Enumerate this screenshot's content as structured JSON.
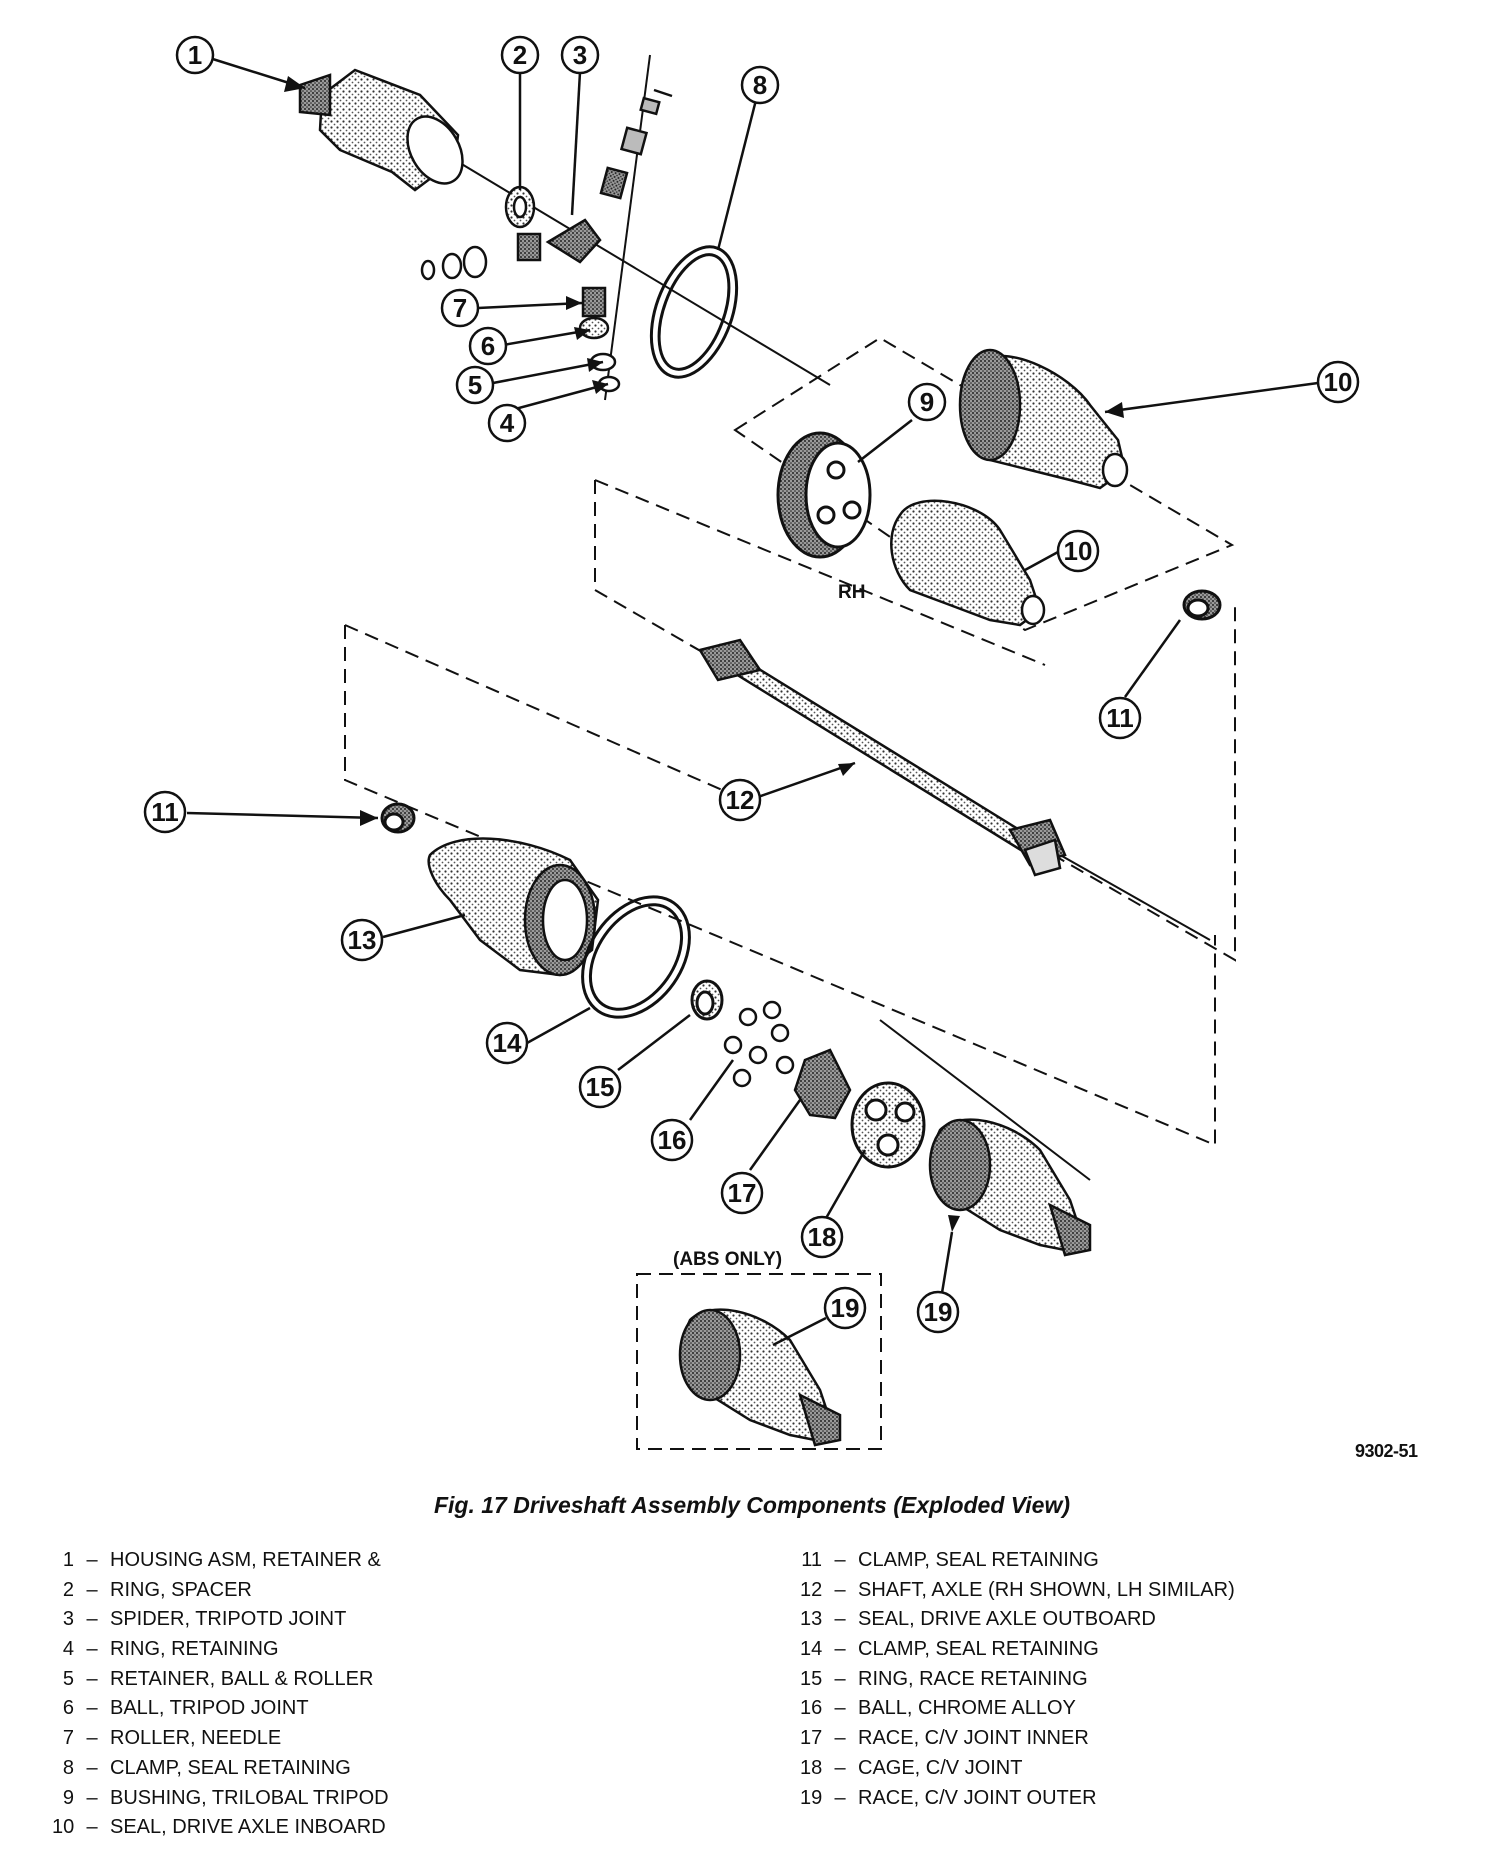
{
  "diagram": {
    "callouts": [
      "1",
      "2",
      "3",
      "4",
      "5",
      "6",
      "7",
      "8",
      "9",
      "10",
      "11",
      "12",
      "13",
      "14",
      "15",
      "16",
      "17",
      "18",
      "19"
    ],
    "labels": {
      "rh": "RH",
      "abs_only": "(ABS ONLY)"
    }
  },
  "figure": {
    "number": "9302-51",
    "caption": "Fig. 17 Driveshaft Assembly Components (Exploded View)"
  },
  "legend": {
    "separator": "–",
    "items": [
      {
        "num": "1",
        "text": "HOUSING ASM, RETAINER &"
      },
      {
        "num": "2",
        "text": "RING, SPACER"
      },
      {
        "num": "3",
        "text": "SPIDER, TRIPOTD JOINT"
      },
      {
        "num": "4",
        "text": "RING, RETAINING"
      },
      {
        "num": "5",
        "text": "RETAINER, BALL & ROLLER"
      },
      {
        "num": "6",
        "text": "BALL, TRIPOD JOINT"
      },
      {
        "num": "7",
        "text": "ROLLER, NEEDLE"
      },
      {
        "num": "8",
        "text": "CLAMP, SEAL RETAINING"
      },
      {
        "num": "9",
        "text": "BUSHING, TRILOBAL TRIPOD"
      },
      {
        "num": "10",
        "text": "SEAL, DRIVE AXLE INBOARD"
      },
      {
        "num": "11",
        "text": "CLAMP, SEAL RETAINING"
      },
      {
        "num": "12",
        "text": "SHAFT, AXLE (RH SHOWN, LH SIMILAR)"
      },
      {
        "num": "13",
        "text": "SEAL, DRIVE AXLE OUTBOARD"
      },
      {
        "num": "14",
        "text": "CLAMP, SEAL RETAINING"
      },
      {
        "num": "15",
        "text": "RING, RACE RETAINING"
      },
      {
        "num": "16",
        "text": "BALL, CHROME ALLOY"
      },
      {
        "num": "17",
        "text": "RACE, C/V JOINT INNER"
      },
      {
        "num": "18",
        "text": "CAGE, C/V JOINT"
      },
      {
        "num": "19",
        "text": "RACE, C/V JOINT OUTER"
      }
    ]
  }
}
